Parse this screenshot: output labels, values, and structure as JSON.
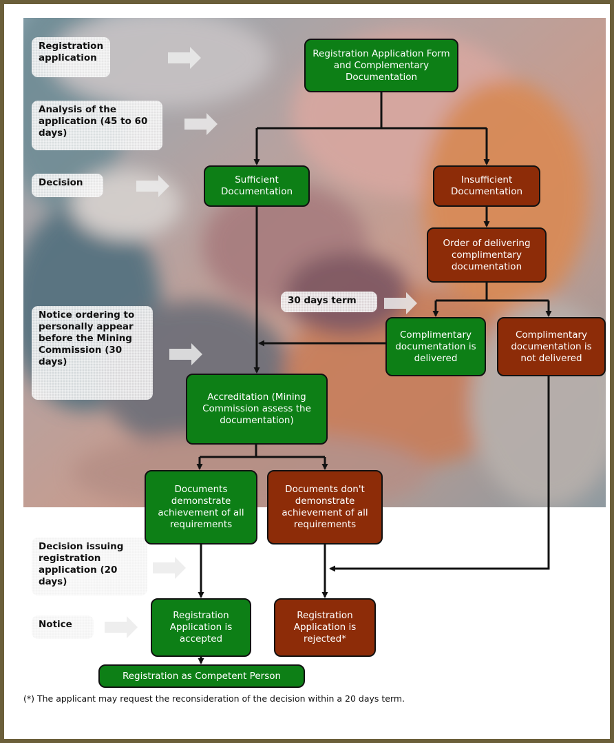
{
  "steps": {
    "registration_application": "Registration application",
    "analysis": "Analysis of the application (45 to 60 days)",
    "decision": "Decision",
    "thirty_days_term": "30 days term",
    "notice_ordering": "Notice ordering to personally appear before the Mining Commission (30 days)",
    "decision_issuing": "Decision issuing registration application (20 days)",
    "notice": "Notice"
  },
  "boxes": {
    "registration_form": "Registration Application Form and Complementary Documentation",
    "sufficient": "Sufficient Documentation",
    "insufficient": "Insufficient Documentation",
    "order_delivering": "Order of delivering complimentary documentation",
    "comp_delivered": "Complimentary documentation is delivered",
    "comp_not_delivered": "Complimentary documentation is not delivered",
    "accreditation": "Accreditation (Mining Commission assess the documentation)",
    "docs_demonstrate": "Documents demonstrate achievement of all requirements",
    "docs_dont_demonstrate": "Documents don't demonstrate achievement of all requirements",
    "accepted": "Registration Application is accepted",
    "rejected": "Registration Application is rejected*",
    "competent_person": "Registration as Competent Person"
  },
  "footnote": "(*) The applicant may request the reconsideration of the decision within a 20 days term.",
  "colors": {
    "accept": "#0d7f16",
    "reject": "#8d2c08",
    "frame": "#6b5f3a"
  }
}
